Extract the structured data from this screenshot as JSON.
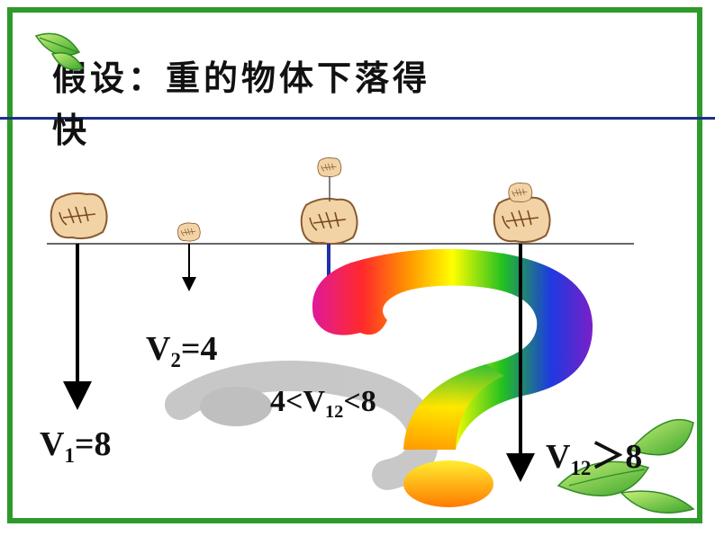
{
  "title": "假设：重的物体下落得快",
  "labels": {
    "v1": {
      "var": "V",
      "sub": "1",
      "rest": "=8"
    },
    "v2": {
      "var": "V",
      "sub": "2",
      "rest": "=4"
    },
    "v12_range": {
      "pre": "4<V",
      "sub": "12",
      "rest": "<8"
    },
    "v12_gt": {
      "var": "V",
      "sub": "12",
      "rest": "＞8"
    }
  },
  "icons": {
    "stones": "fossil-stone-icon",
    "leaves": "leaf-icon",
    "question": "question-mark-icon"
  },
  "colors": {
    "border": "#2f9a2c",
    "top_line": "#1c2e8c",
    "arrow": "#000000",
    "blue_line": "#1f2fa8"
  }
}
